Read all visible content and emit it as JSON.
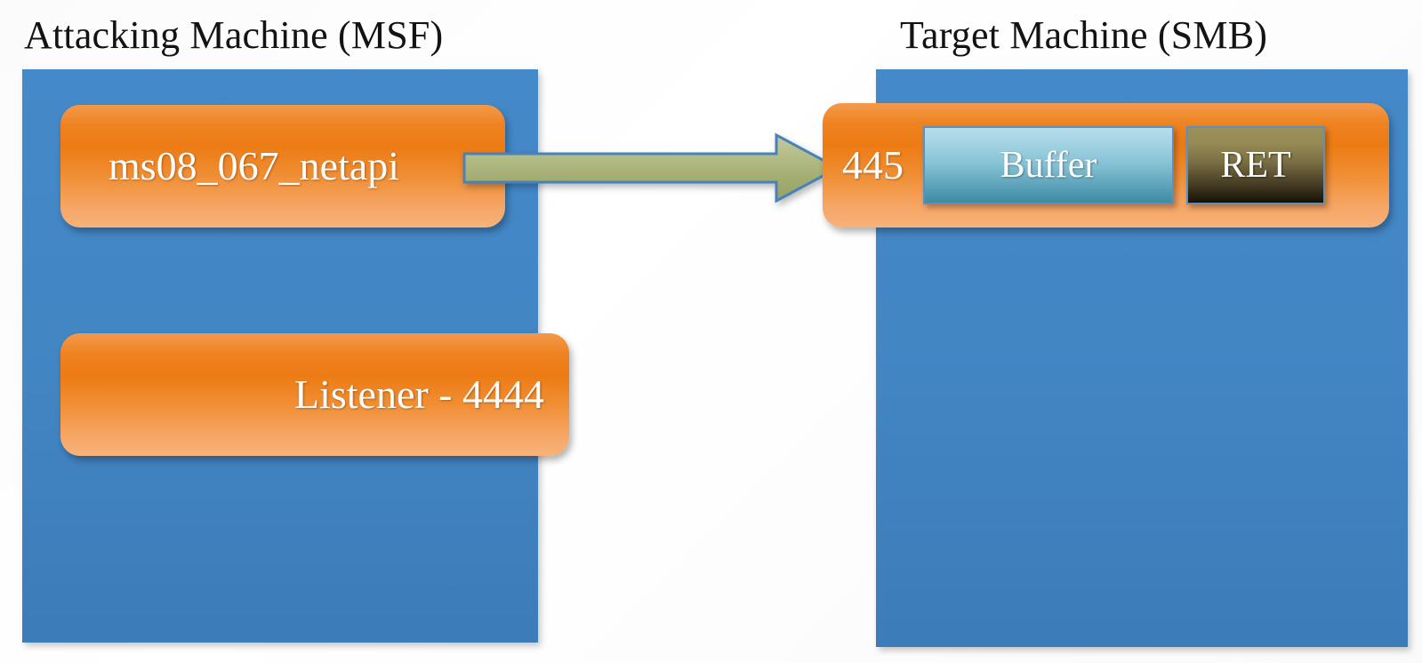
{
  "diagram": {
    "title_left": "Attacking Machine (MSF)",
    "title_right": "Target Machine (SMB)",
    "attacking_machine": {
      "label": "Attacking Machine (MSF)",
      "exploit_module": "ms08_067_netapi",
      "listener": "Listener - 4444"
    },
    "target_machine": {
      "label": "Target Machine (SMB)",
      "port": "445",
      "memory_blocks": [
        {
          "name": "buffer",
          "label": "Buffer"
        },
        {
          "name": "ret",
          "label": "RET"
        }
      ]
    },
    "flow_arrow": {
      "name": "exploit-traffic-arrow",
      "direction": "left-to-right",
      "from": "ms08_067_netapi",
      "to": "445"
    },
    "colors": {
      "panel_blue": "#4488c8",
      "box_orange_top": "#ed7b14",
      "box_orange_bottom": "#f8b277",
      "buffer_top": "#b7dde9",
      "buffer_bottom": "#3e8ba2",
      "ret_top": "#9c9059",
      "ret_bottom": "#171204",
      "arrow_fill_top": "#b8c08c",
      "arrow_fill_bottom": "#9aa86a",
      "arrow_outline": "#4a81b8",
      "title_text": "#131313",
      "box_text": "#ffffff",
      "background": "#fafafa"
    }
  }
}
